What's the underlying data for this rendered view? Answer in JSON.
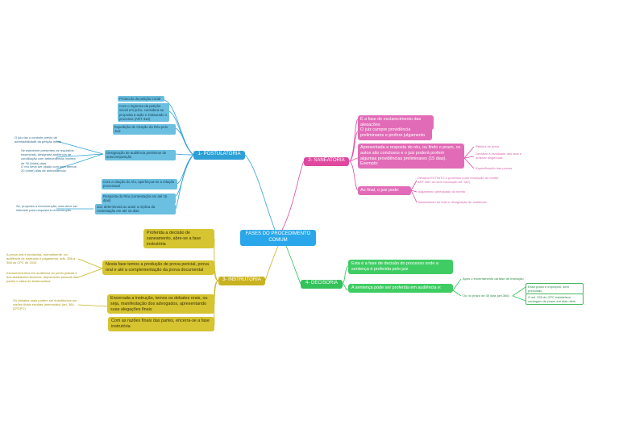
{
  "root": "FASES DO PROCEDIMENTO COMUM",
  "branches": {
    "postulatoria": {
      "label": "1- POSTULATÓRIA",
      "children": [
        "Protocolo da petição inicial",
        "Com o ingresso da petição inicial em juízo, considera-se proposta a ação e instaurado o processo (ART 312)",
        "Expedição de Citação do Réu pelo Juiz",
        "Designação de audiência preliminar de autocomposição",
        "Com a citação do réu, aperfeiçoa-se a relação processual",
        "Resposta do Réu (contestação em até 15 dias)",
        "Juiz determinará ao autor a réplica da contestação em até 15 dias"
      ],
      "notes": [
        "O juiz faz o controle prévio de admissibilidade da petição inicial",
        "Se estiverem presentes os requisitos essenciais, designará audiência de conciliação com antecedência mínima de 30 (trinta) dias.",
        "O réu deve ser citado com pelo menos 20 (vinte) dias de antecedência",
        "Se, proposta a reconvenção, esta deve ser intimado para resposta à reconvenção"
      ]
    },
    "saneatoria": {
      "label": "2- SANEATÓRIA",
      "children": [
        "É a fase de esclarecimento das alegações",
        "O juiz cumpre providência preliminares e profere julgamento",
        "Apresentada a resposta do réu, ou findo o prazo, os autos são conclusos e o juiz poderá proferir algumas providências preliminares (15 dias). Exemplo:",
        "Ao final, o juiz pode:"
      ],
      "examples": [
        "Réplica do autor",
        "Declarar a invalidade dos atos e ordenar diligências",
        "Especificação das provas"
      ],
      "options": [
        "Declarar EXTINTO o processo (com resolução do mérito ART 485, ou sem resolução art. 487)",
        "Julgamento antecipado do mérito",
        "Saneamento do feito e designação de audiência"
      ]
    },
    "instrutoria": {
      "label": "3- INSTRUTÓRIA",
      "children": [
        "Proferida a decisão de saneamento, abre-se a fase instrutória",
        "Nesta fase temos a produção de prova pericial, prova oral e até a complementação da prova documental",
        "Encerrada a instrução, temos os debates orais, ou seja, manifestação dos advogados, apresentando suas alegações finais",
        "Com as razões finais das partes, encerra-se a fase instrutória"
      ],
      "notes": [
        "A prova oral é produzida, normalmente, na audiência de instrução e julgamento, arts. 358 a 368 do CPC de 2015",
        "Esclarecimentos em audiência do perito judicial e dos assistentes técnicos; depoimento pessoal das partes e oitiva de testemunhas",
        "Os debates orais podem ser substituídos por razões finais escritas (memoriais) (art. 364, §2ºCPC)"
      ]
    },
    "decisoria": {
      "label": "4- DECISÓRIA",
      "children": [
        "Esta é a fase de decisão do processo onde a sentença é proferida pelo juiz",
        "A sentença pode ser proferida em audiência e:"
      ],
      "timing": [
        "Após o encerramento da fase de Instrução",
        "Ou no prazo de 30 dias (art.366)"
      ],
      "notes": [
        "Esse prazo é impróprio, sem preclusão",
        "O art. 226 do CPC estabelece contagem de prazo em dias úteis"
      ]
    }
  }
}
